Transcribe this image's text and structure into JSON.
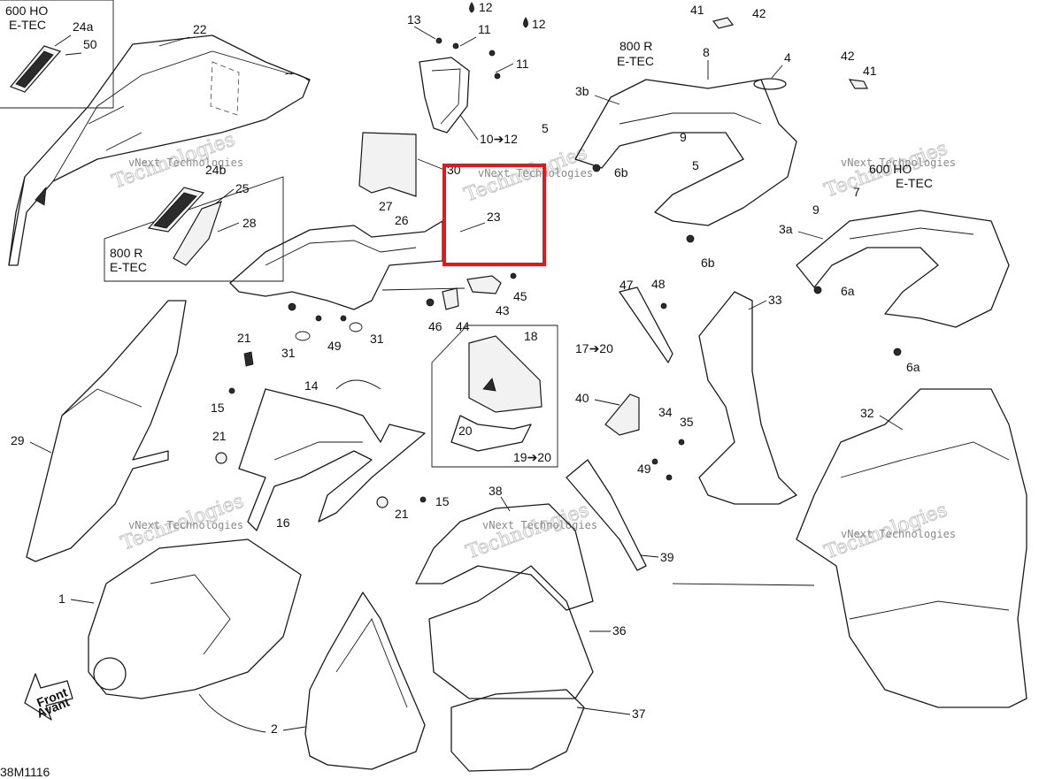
{
  "callouts": {
    "c1": "1",
    "c2": "2",
    "c3a": "3a",
    "c3b": "3b",
    "c4": "4",
    "c5a": "5",
    "c5b": "5",
    "c6a1": "6a",
    "c6a2": "6a",
    "c6b1": "6b",
    "c6b2": "6b",
    "c7": "7",
    "c8": "8",
    "c9a": "9",
    "c9b": "9",
    "c10": "10➔12",
    "c11a": "11",
    "c11b": "11",
    "c12a": "12",
    "c12b": "12",
    "c13": "13",
    "c14": "14",
    "c15a": "15",
    "c15b": "15",
    "c16": "16",
    "c17": "17➔20",
    "c18": "18",
    "c19": "19➔20",
    "c20": "20",
    "c21a": "21",
    "c21b": "21",
    "c21c": "21",
    "c22": "22",
    "c23": "23",
    "c24a": "24a",
    "c24b": "24b",
    "c25": "25",
    "c26": "26",
    "c27": "27",
    "c28": "28",
    "c29": "29",
    "c30": "30",
    "c31a": "31",
    "c31b": "31",
    "c32": "32",
    "c33": "33",
    "c34": "34",
    "c35": "35",
    "c36": "36",
    "c37": "37",
    "c38": "38",
    "c39": "39",
    "c40": "40",
    "c41a": "41",
    "c41b": "41",
    "c42a": "42",
    "c42b": "42",
    "c43": "43",
    "c44": "44",
    "c45": "45",
    "c46": "46",
    "c47": "47",
    "c48": "48",
    "c49a": "49",
    "c49b": "49",
    "c50": "50"
  },
  "variants": {
    "ho600_top_left": [
      "600 HO",
      "E-TEC"
    ],
    "r800_left": [
      "800 R",
      "E-TEC"
    ],
    "r800_center": [
      "800 R",
      "E-TEC"
    ],
    "ho600_right": [
      "600 HO",
      "E-TEC"
    ]
  },
  "front_arrow": [
    "Front",
    "Avant"
  ],
  "drawing_id": "38M1116",
  "watermark": [
    "vNext Technologies",
    "Technologies"
  ],
  "colors": {
    "highlight": "#e0191a",
    "line": "#1a1a1a",
    "watermark": "#8a8a8a"
  },
  "icons": {
    "drop": "drop-icon",
    "front": "front-arrow-icon"
  }
}
